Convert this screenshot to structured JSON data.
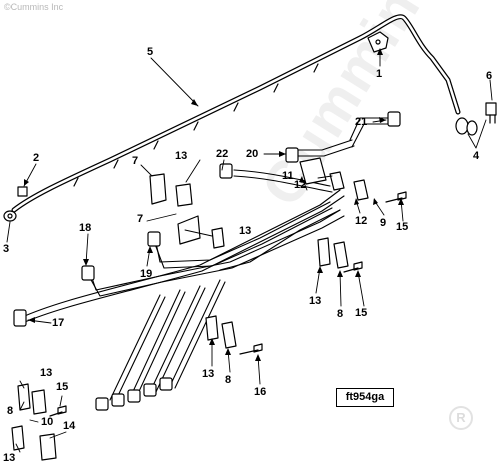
{
  "copyright": "©Cummins Inc",
  "watermark": "Cummins",
  "registered_mark": "R",
  "figure_id": "ft954ga",
  "callouts": [
    {
      "id": "c1",
      "text": "1"
    },
    {
      "id": "c2",
      "text": "2"
    },
    {
      "id": "c3",
      "text": "3"
    },
    {
      "id": "c4",
      "text": "4"
    },
    {
      "id": "c5",
      "text": "5"
    },
    {
      "id": "c6",
      "text": "6"
    },
    {
      "id": "c7a",
      "text": "7"
    },
    {
      "id": "c7b",
      "text": "7"
    },
    {
      "id": "c8a",
      "text": "8"
    },
    {
      "id": "c8b",
      "text": "8"
    },
    {
      "id": "c8c",
      "text": "8"
    },
    {
      "id": "c9",
      "text": "9"
    },
    {
      "id": "c10",
      "text": "10"
    },
    {
      "id": "c11",
      "text": "11"
    },
    {
      "id": "c12a",
      "text": "12"
    },
    {
      "id": "c12b",
      "text": "12"
    },
    {
      "id": "c13a",
      "text": "13"
    },
    {
      "id": "c13b",
      "text": "13"
    },
    {
      "id": "c13c",
      "text": "13"
    },
    {
      "id": "c13d",
      "text": "13"
    },
    {
      "id": "c13e",
      "text": "13"
    },
    {
      "id": "c13f",
      "text": "13"
    },
    {
      "id": "c14",
      "text": "14"
    },
    {
      "id": "c15a",
      "text": "15"
    },
    {
      "id": "c15b",
      "text": "15"
    },
    {
      "id": "c15c",
      "text": "15"
    },
    {
      "id": "c16",
      "text": "16"
    },
    {
      "id": "c17",
      "text": "17"
    },
    {
      "id": "c18",
      "text": "18"
    },
    {
      "id": "c19",
      "text": "19"
    },
    {
      "id": "c20",
      "text": "20"
    },
    {
      "id": "c21",
      "text": "21"
    },
    {
      "id": "c22",
      "text": "22"
    }
  ]
}
